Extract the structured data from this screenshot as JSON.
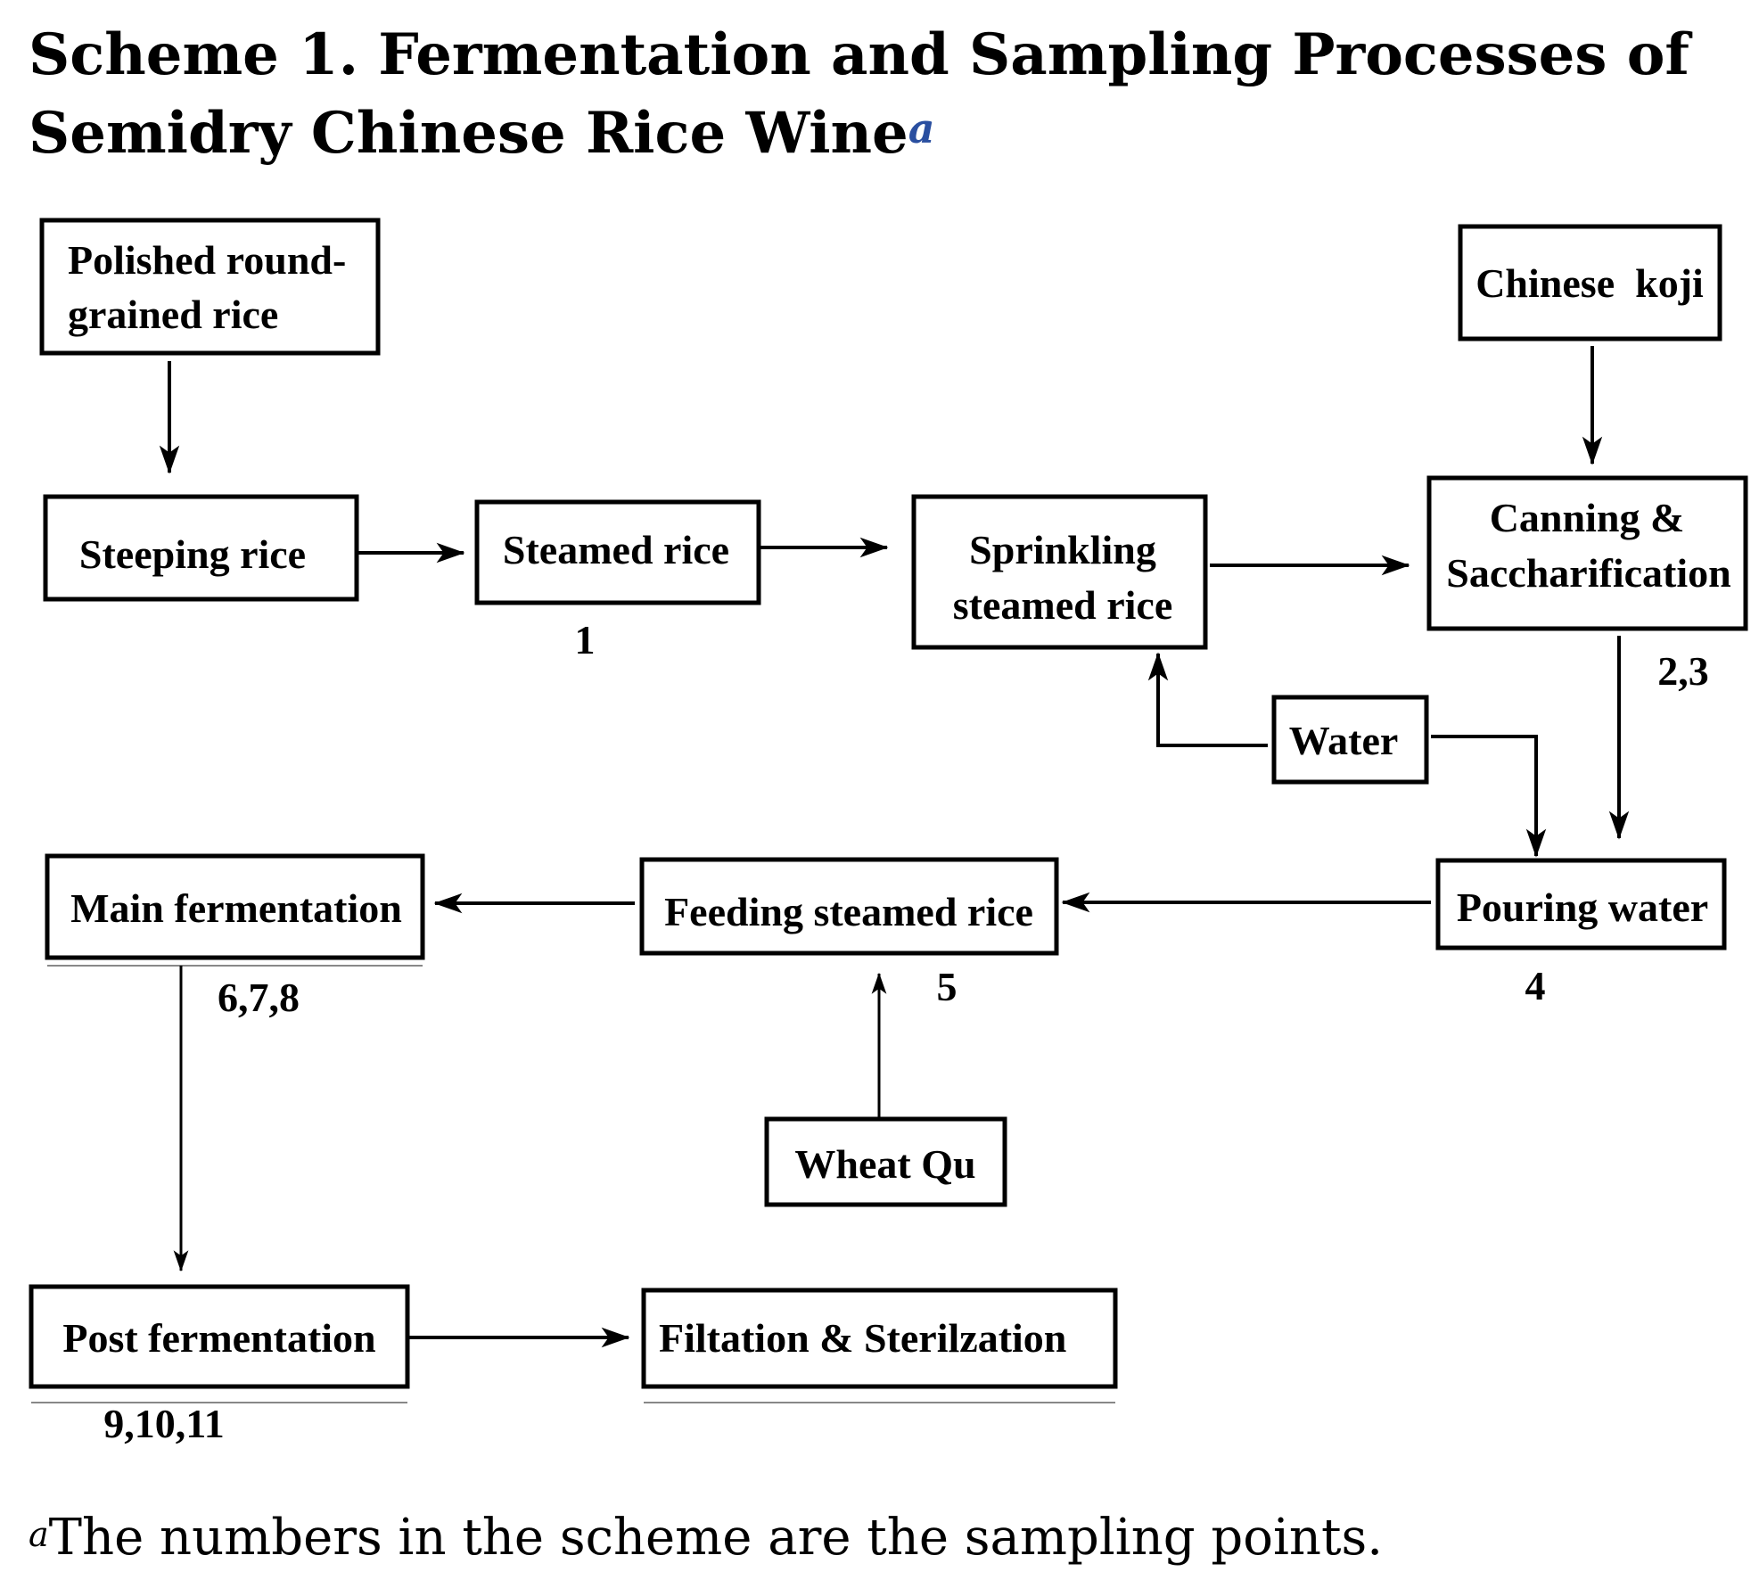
{
  "caption": {
    "text": "Scheme 1. Fermentation and Sampling Processes of Semidry Chinese Rice Wine",
    "footnote_marker": "a"
  },
  "footnote": {
    "marker": "a",
    "text": "The numbers in the scheme are the sampling points."
  },
  "nodes": {
    "polished_rice": {
      "line1": "Polished round-",
      "line2": "grained rice"
    },
    "chinese_koji": {
      "label": "Chinese  koji"
    },
    "steeping_rice": {
      "label": "Steeping rice"
    },
    "steamed_rice": {
      "label": "Steamed rice",
      "sampling": "1"
    },
    "sprinkling": {
      "line1": "Sprinkling",
      "line2": "steamed rice"
    },
    "canning": {
      "line1": "Canning &",
      "line2": "Saccharification",
      "sampling": "2,3"
    },
    "water": {
      "label": "Water"
    },
    "pouring_water": {
      "label": "Pouring water",
      "sampling": "4"
    },
    "feeding": {
      "label": "Feeding steamed rice",
      "sampling": "5"
    },
    "main_fermentation": {
      "label": "Main fermentation",
      "sampling": "6,7,8"
    },
    "wheat_qu": {
      "label": "Wheat Qu"
    },
    "post_fermentation": {
      "label": "Post fermentation",
      "sampling": "9,10,11"
    },
    "filtration": {
      "label": "Filtation & Sterilzation"
    }
  },
  "colors": {
    "footnote_marker": "#2a4fa0"
  }
}
